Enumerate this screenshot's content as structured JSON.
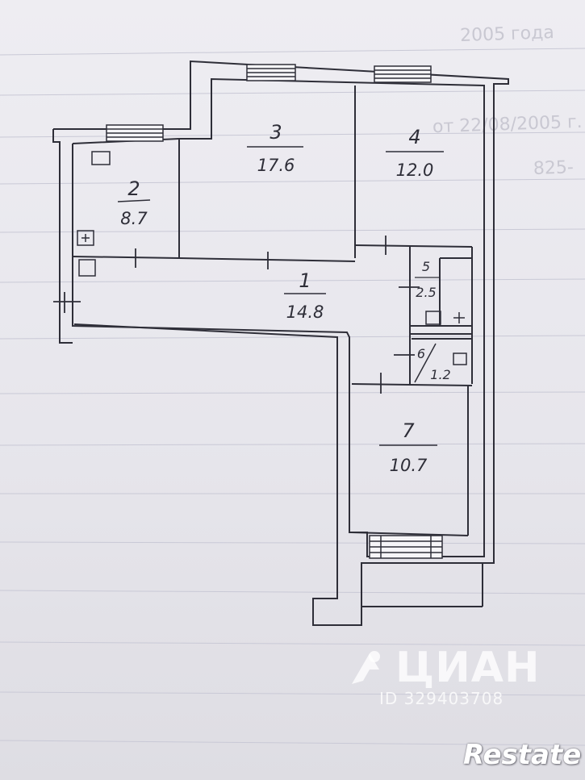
{
  "rooms": [
    {
      "id": "r1",
      "number": "1",
      "area": "14.8"
    },
    {
      "id": "r2",
      "number": "2",
      "area": "8.7"
    },
    {
      "id": "r3",
      "number": "3",
      "area": "17.6"
    },
    {
      "id": "r4",
      "number": "4",
      "area": "12.0"
    },
    {
      "id": "r5",
      "number": "5",
      "area": "2.5"
    },
    {
      "id": "r6",
      "number": "6",
      "area": "1.2"
    },
    {
      "id": "r7",
      "number": "7",
      "area": "10.7"
    }
  ],
  "watermark": {
    "brand": "ЦИАН",
    "listing_id": "ID 329403708"
  },
  "logo": {
    "text": "Restate"
  },
  "background_text": {
    "line1": "2005 года",
    "line2": "от 22/08/2005 г.",
    "line3": "825-"
  },
  "colors": {
    "ink": "#2e2e38",
    "paper": "#e9e8ee",
    "wall_fill": "#f6f5f8"
  }
}
